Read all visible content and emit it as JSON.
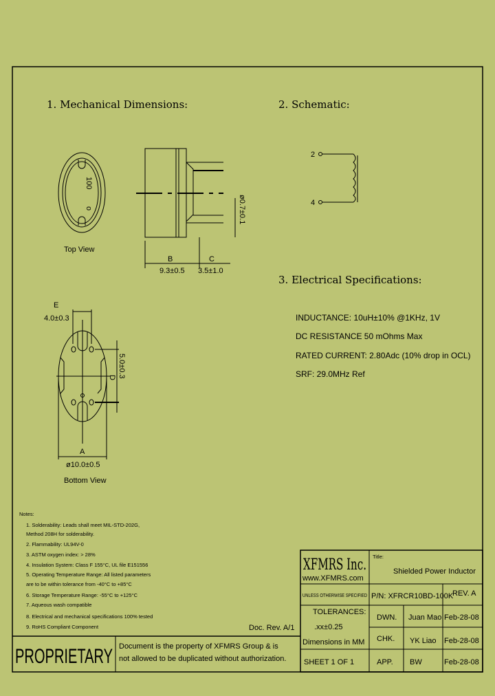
{
  "colors": {
    "background": "#bcc474",
    "ink": "#000000"
  },
  "sections": {
    "mechanical": "1. Mechanical Dimensions:",
    "schematic": "2. Schematic:",
    "electrical": "3. Electrical   Specifications:"
  },
  "mechanical": {
    "top_view_label": "Top View",
    "top_marking": "100",
    "top_marking_dot": "o",
    "bottom_view_label": "Bottom View",
    "dim_b_label": "B",
    "dim_b_value": "9.3±0.5",
    "dim_c_label": "C",
    "dim_c_value": "3.5±1.0",
    "lead_dia": "ø0.7±0.1",
    "dim_e_label": "E",
    "dim_e_value": "4.0±0.3",
    "dim_d_label": "D",
    "dim_d_value": "5.0±0.3",
    "dim_a_label": "A",
    "dim_a_value": "ø10.0±0.5"
  },
  "schematic": {
    "pin_top": "2",
    "pin_bottom": "4"
  },
  "electrical": [
    "INDUCTANCE: 10uH±10% @1KHz, 1V",
    "DC RESISTANCE  50 mOhms Max",
    "RATED CURRENT: 2.80Adc (10% drop in OCL)",
    "SRF: 29.0MHz Ref"
  ],
  "notes": {
    "title": "Notes:",
    "items": [
      "1. Solderability: Leads shall meet MIL-STD-202G,",
      "    Method 208H for solderability.",
      "2. Flammability: UL94V-0",
      "3. ASTM oxygen index: > 28%",
      "4. Insulation System: Class F 155°C, UL file E151556",
      "5. Operating Temperature Range: All listed parameters",
      "    are to be within tolerance from -40°C to +85°C",
      "6. Storage Temperature Range: -55°C to +125°C",
      "7. Aqueous wash compatible",
      "8. Electrical and mechanical specifications 100% tested",
      "9. RoHS Compliant Component"
    ]
  },
  "doc_rev": "Doc. Rev. A/1",
  "proprietary": {
    "label": "PROPRIETARY",
    "line1": "Document is the property of XFMRS Group & is",
    "line2": "not allowed to be duplicated without authorization."
  },
  "title_block": {
    "company": "XFMRS Inc.",
    "website": "www.XFMRS.com",
    "title_label": "Title:",
    "title": "Shielded Power Inductor",
    "unless": "UNLESS OTHERWISE SPECIFIED",
    "tolerances": "TOLERANCES:",
    "tol_value": ".xx±0.25",
    "units": "Dimensions in MM",
    "sheet": "SHEET  1  OF  1",
    "pn": "P/N: XFRCR10BD-100K",
    "rev": "REV. A",
    "rows": [
      {
        "role": "DWN.",
        "name": "Juan Mao",
        "date": "Feb-28-08"
      },
      {
        "role": "CHK.",
        "name": "YK Liao",
        "date": "Feb-28-08"
      },
      {
        "role": "APP.",
        "name": "BW",
        "date": "Feb-28-08"
      }
    ]
  }
}
